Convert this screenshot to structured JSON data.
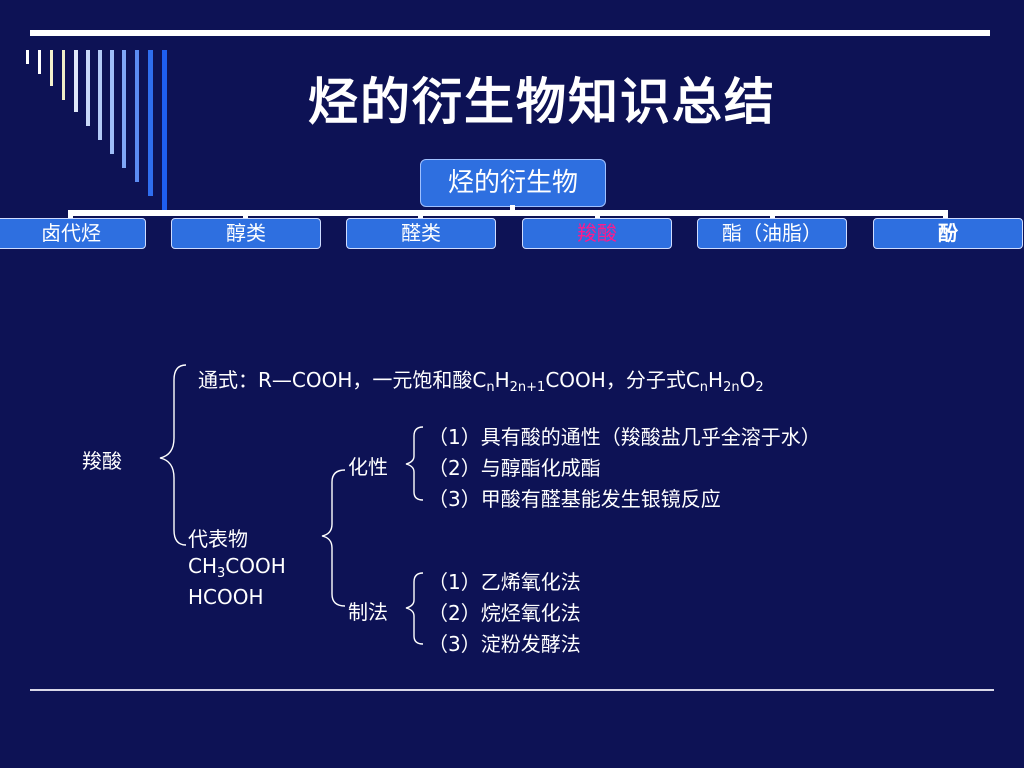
{
  "title": "烃的衍生物知识总结",
  "tree": {
    "root": "烃的衍生物",
    "branches": [
      {
        "label": "卤代烃"
      },
      {
        "label": "醇类"
      },
      {
        "label": "醛类"
      },
      {
        "label": "羧酸",
        "active": true
      },
      {
        "label": "酯（油脂）"
      },
      {
        "label": "酚"
      }
    ]
  },
  "colors": {
    "background": "#0d1255",
    "box": "#2e6fe0",
    "active_text": "#ff1a8c"
  },
  "content": {
    "main_label": "羧酸",
    "formula": {
      "prefix": "通式：R—COOH，一元饱和酸C",
      "sub1": "n",
      "h": "H",
      "sub2": "2n+1",
      "mid": "COOH，分子式C",
      "sub3": "n",
      "h2": "H",
      "sub4": "2n",
      "o": "O",
      "sub5": "2"
    },
    "representative": {
      "label": "代表物",
      "ch3_a": "CH",
      "ch3_sub": "3",
      "ch3_b": "COOH",
      "hcooh": "HCOOH"
    },
    "properties": {
      "label": "化性",
      "items": [
        "（1）具有酸的通性（羧酸盐几乎全溶于水）",
        "（2）与醇酯化成酯",
        "（3）甲酸有醛基能发生银镜反应"
      ]
    },
    "methods": {
      "label": "制法",
      "items": [
        "（1）乙烯氧化法",
        "（2）烷烃氧化法",
        "（3）淀粉发酵法"
      ]
    }
  }
}
